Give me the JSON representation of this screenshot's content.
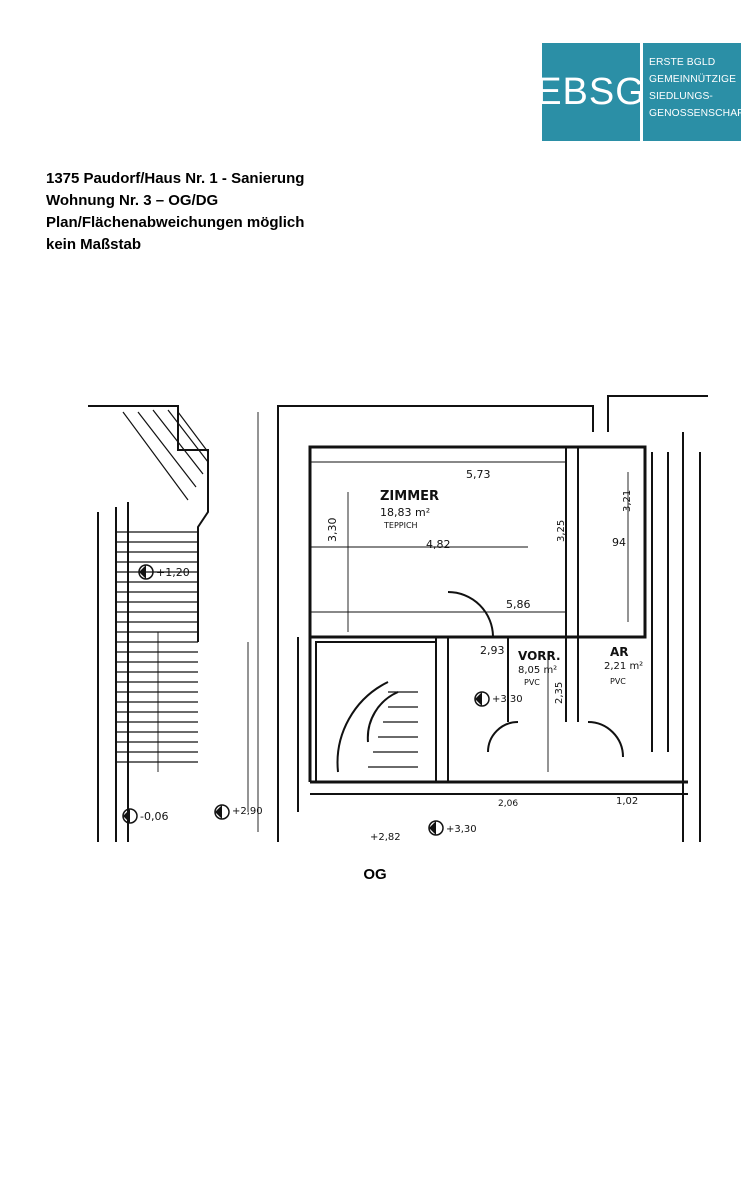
{
  "logo": {
    "abbreviation": "EBSG",
    "name_lines": [
      "ERSTE BGLD",
      "GEMEINNÜTZIGE",
      "SIEDLUNGS-",
      "GENOSSENSCHAFT"
    ],
    "color": "#2b8fa6"
  },
  "header": {
    "line1": "1375 Paudorf/Haus Nr. 1 - Sanierung",
    "line2": "Wohnung Nr. 3 – OG/DG",
    "line3": "Plan/Flächenabweichungen möglich",
    "line4": "kein Maßstab"
  },
  "plan": {
    "caption": "OG",
    "rooms": [
      {
        "name": "ZIMMER",
        "area": "18,83 m²",
        "floor": "TEPPICH"
      },
      {
        "name": "VORR.",
        "area": "8,05 m²",
        "floor": "PVC"
      },
      {
        "name": "AR",
        "area": "2,21 m²",
        "floor": "PVC"
      }
    ],
    "dimensions": [
      "5,73",
      "4,82",
      "5,86",
      "2,93",
      "3,21",
      "3,25",
      "3,30",
      "2,35",
      "1,02",
      "94",
      "2,06"
    ],
    "levels": [
      "+1,20",
      "-0,06",
      "+2,90",
      "+3,30",
      "+2,82",
      "+3,30"
    ]
  }
}
